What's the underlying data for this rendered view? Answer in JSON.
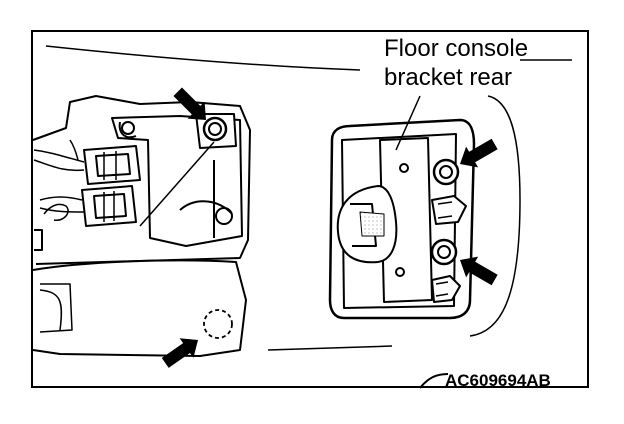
{
  "diagram": {
    "callout": {
      "line1": "Floor console",
      "line2": "bracket rear"
    },
    "reference_code": "AC609694AB",
    "colors": {
      "ink": "#000000",
      "paper": "#ffffff",
      "shade": "#e6e6e6"
    }
  }
}
